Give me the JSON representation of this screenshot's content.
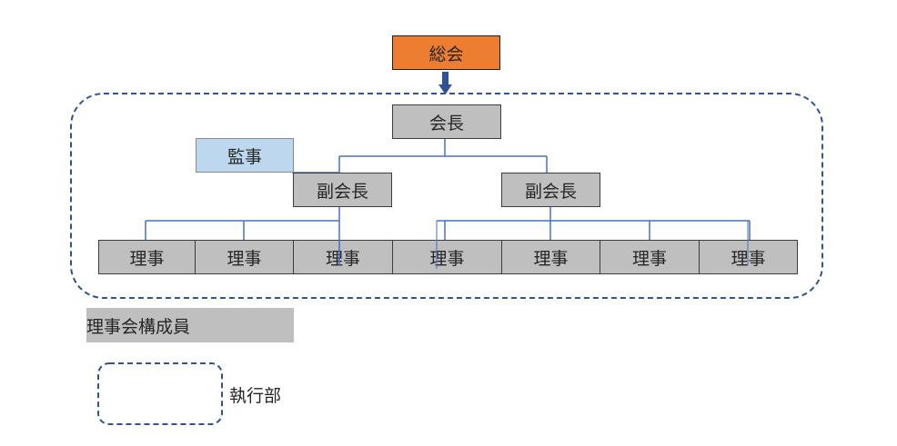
{
  "general_assembly": {
    "label": "総会"
  },
  "president": {
    "label": "会長"
  },
  "auditor": {
    "label": "監事"
  },
  "vice_presidents": [
    {
      "label": "副会長"
    },
    {
      "label": "副会長"
    }
  ],
  "directors": [
    {
      "label": "理事"
    },
    {
      "label": "理事"
    },
    {
      "label": "理事"
    },
    {
      "label": "理事"
    },
    {
      "label": "理事"
    },
    {
      "label": "理事"
    },
    {
      "label": "理事"
    }
  ],
  "legend": {
    "board_members": "理事会構成員",
    "executive": "執行部"
  },
  "colors": {
    "general_assembly_fill": "#ed7d31",
    "member_fill": "#bfbfbf",
    "auditor_fill": "#bdd7ee",
    "connector": "#4472c4",
    "executive_border": "#2f5496"
  }
}
